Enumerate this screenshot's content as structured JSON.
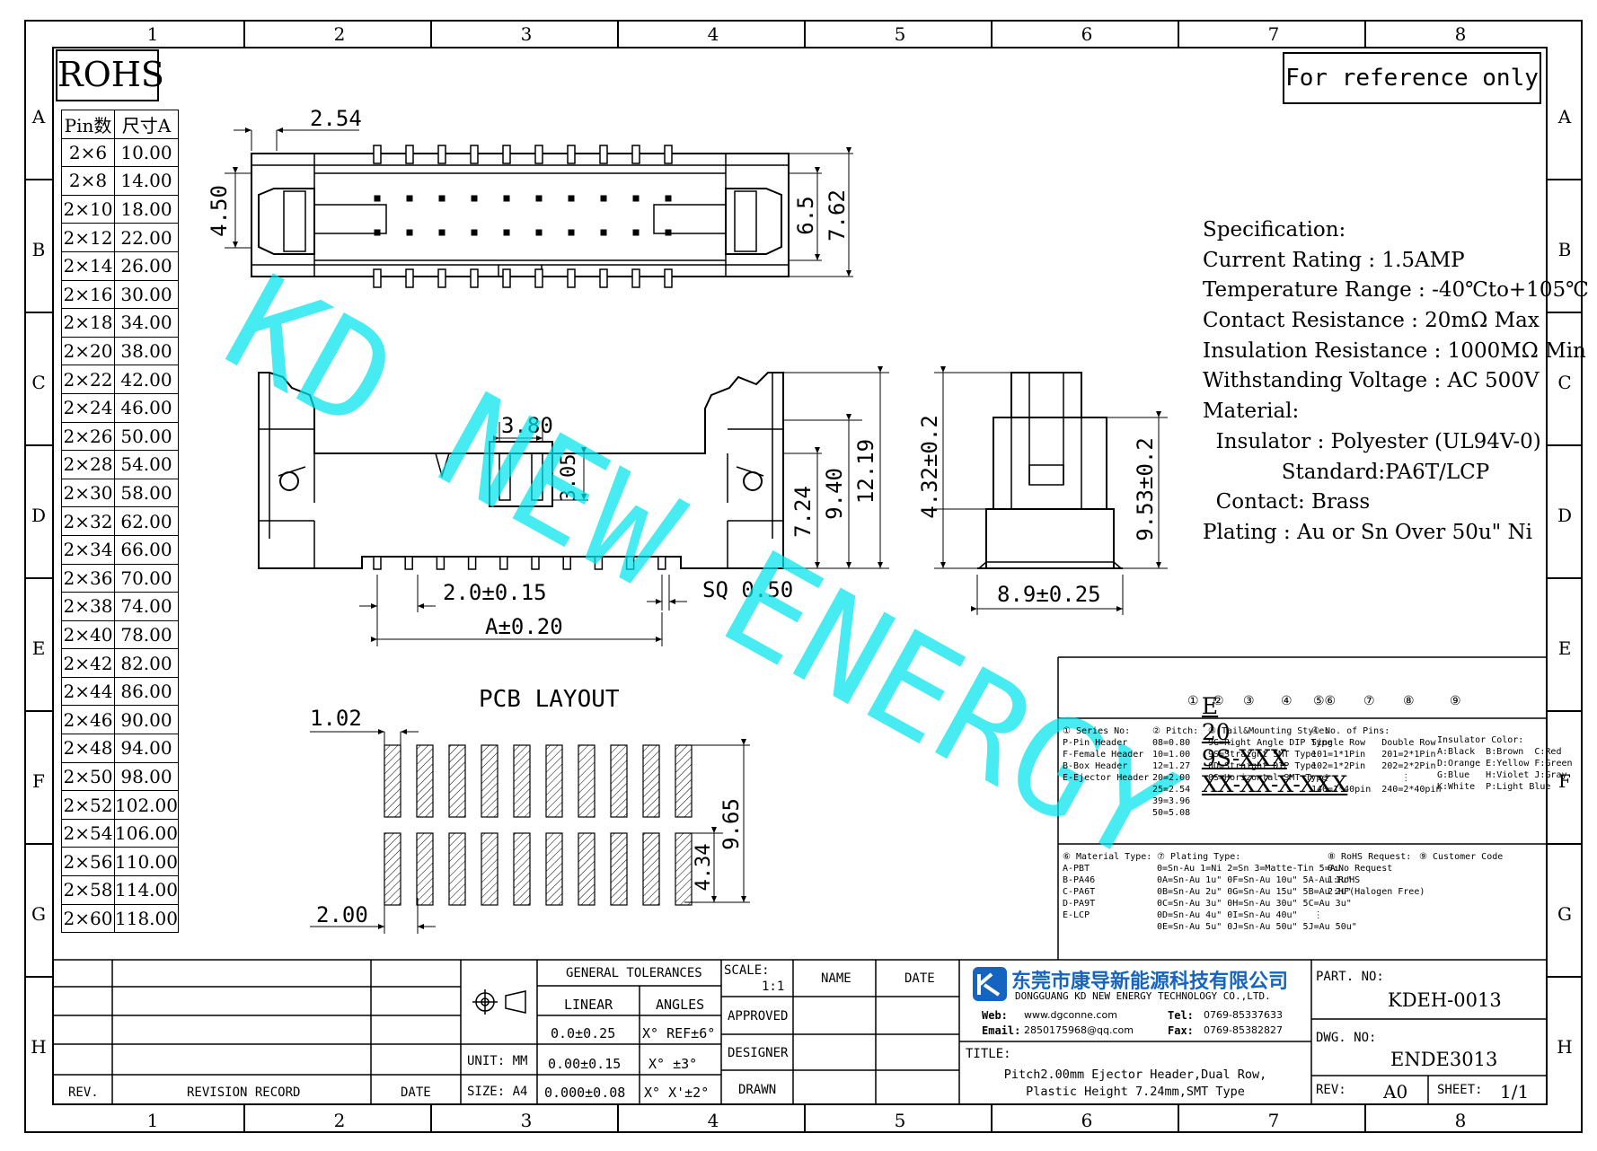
{
  "zones_top": [
    "1",
    "2",
    "3",
    "4",
    "5",
    "6",
    "7",
    "8"
  ],
  "zones_side": [
    "A",
    "B",
    "C",
    "D",
    "E",
    "F",
    "G",
    "H"
  ],
  "rohs": "ROHS",
  "reference": "For reference only",
  "pin_table": {
    "header": [
      "Pin数",
      "尺寸A"
    ],
    "rows": [
      [
        "2×6",
        "10.00"
      ],
      [
        "2×8",
        "14.00"
      ],
      [
        "2×10",
        "18.00"
      ],
      [
        "2×12",
        "22.00"
      ],
      [
        "2×14",
        "26.00"
      ],
      [
        "2×16",
        "30.00"
      ],
      [
        "2×18",
        "34.00"
      ],
      [
        "2×20",
        "38.00"
      ],
      [
        "2×22",
        "42.00"
      ],
      [
        "2×24",
        "46.00"
      ],
      [
        "2×26",
        "50.00"
      ],
      [
        "2×28",
        "54.00"
      ],
      [
        "2×30",
        "58.00"
      ],
      [
        "2×32",
        "62.00"
      ],
      [
        "2×34",
        "66.00"
      ],
      [
        "2×36",
        "70.00"
      ],
      [
        "2×38",
        "74.00"
      ],
      [
        "2×40",
        "78.00"
      ],
      [
        "2×42",
        "82.00"
      ],
      [
        "2×44",
        "86.00"
      ],
      [
        "2×46",
        "90.00"
      ],
      [
        "2×48",
        "94.00"
      ],
      [
        "2×50",
        "98.00"
      ],
      [
        "2×52",
        "102.00"
      ],
      [
        "2×54",
        "106.00"
      ],
      [
        "2×56",
        "110.00"
      ],
      [
        "2×58",
        "114.00"
      ],
      [
        "2×60",
        "118.00"
      ]
    ]
  },
  "dimensions": {
    "pitch_top": "2.54",
    "height_450": "4.50",
    "h65": "6.5",
    "h762": "7.62",
    "w380": "3.80",
    "h305": "3.05",
    "h724": "7.24",
    "h940": "9.40",
    "h1219": "12.19",
    "h432": "4.32±0.2",
    "h953": "9.53±0.2",
    "w89": "8.9±0.25",
    "pitch20": "2.0±0.15",
    "sq": "SQ 0.50",
    "a": "A±0.20",
    "pcb_title": "PCB LAYOUT",
    "pcb_w": "1.02",
    "pcb_pitch": "2.00",
    "pcb_h434": "4.34",
    "pcb_h965": "9.65"
  },
  "spec": [
    "Specification:",
    "Current Rating : 1.5AMP",
    "Temperature Range : -40℃to+105℃",
    "Contact Resistance : 20mΩ Max",
    "Insulation Resistance : 1000MΩ Min",
    "Withstanding Voltage : AC 500V",
    "Material:",
    "  Insulator : Polyester (UL94V-0)",
    "            Standard:PA6T/LCP",
    "  Contact: Brass",
    "Plating : Au or Sn Over 50u\" Ni"
  ],
  "watermark": "KD NEW ENERGY",
  "part_code": {
    "segments": [
      "E",
      "20",
      "9S-XXX",
      "X",
      "X-XX-X-XXX"
    ],
    "markers": [
      "①",
      "②",
      "③",
      "④",
      "⑤⑥",
      "⑦",
      "⑧",
      "⑨"
    ]
  },
  "code_notes": {
    "series": "① Series No:\nP-Pin Header\nF-Female Header\nB-Box Header\nE-Ejector Header",
    "pitch": "② Pitch:\n08=0.80\n10=1.00\n12=1.27\n20=2.00\n25=2.54\n39=3.96\n50=5.08",
    "tail": "③ Tail&Mounting Style:\n9G=Right Angle DIP Type\n9S=Straight SMT Type\n0D=Straight DIP Type\n0S=Horizontal SMT Type",
    "pins": "④ No. of Pins:\nSingle Row   Double Row\n101=1*1Pin   201=2*1Pin\n102=1*2Pin   202=2*2Pin\n  ⋮             ⋮\n140=1*40pin  240=2*40pin",
    "color": "Insulator Color:\nA:Black  B:Brown  C:Red\nD:Orange E:Yellow F:Green\nG:Blue   H:Violet J:Gray\nK:White  P:Light Blue",
    "material": "⑥ Material Type:\nA-PBT\nB-PA46\nC-PA6T\nD-PA9T\nE-LCP",
    "plating": "⑦ Plating Type:\n0=Sn-Au 1=Ni 2=Sn 3=Matte-Tin 5=Au\n0A=Sn-Au 1u\" 0F=Sn-Au 10u\" 5A-Au 1u\"\n0B=Sn-Au 2u\" 0G=Sn-Au 15u\" 5B=Au 2u\"\n0C=Sn-Au 3u\" 0H=Sn-Au 30u\" 5C=Au 3u\"\n0D=Sn-Au 4u\" 0I=Sn-Au 40u\"   ⋮\n0E=Sn-Au 5u\" 0J=Sn-Au 50u\" 5J=Au 50u\"",
    "rohs": "⑧ RoHS Request:\n0:No Request\n1:RoHS\n2:HF(Halogen Free)",
    "customer": "⑨ Customer Code"
  },
  "title_block": {
    "general_tolerances": "GENERAL TOLERANCES",
    "linear": "LINEAR",
    "angles": "ANGLES",
    "lin1": "0.0±0.25",
    "ang1": "X° REF±6°",
    "lin2": "0.00±0.15",
    "ang2": "X° ±3°",
    "lin3": "0.000±0.08",
    "ang3": "X° X'±2°",
    "unit": "UNIT: MM",
    "size": "SIZE: A4",
    "scale": "SCALE:",
    "scale_val": "1:1",
    "name": "NAME",
    "date": "DATE",
    "approved": "APPROVED",
    "designer": "DESIGNER",
    "drawn": "DRAWN",
    "rev": "REV.",
    "revision_record": "REVISION RECORD",
    "rev_date": "DATE",
    "company_cn": "东莞市康导新能源科技有限公司",
    "company_en": "DONGGUANG KD NEW ENERGY TECHNOLOGY CO.,LTD.",
    "web_label": "Web:",
    "web": "www.dgconne.com",
    "tel_label": "Tel:",
    "tel": "0769-85337633",
    "email_label": "Email:",
    "email": "2850175968@qq.com",
    "fax_label": "Fax:",
    "fax": "0769-85382827",
    "title_label": "TITLE:",
    "title1": "Pitch2.00mm Ejector Header,Dual Row,",
    "title2": "Plastic Height 7.24mm,SMT Type",
    "part_no_label": "PART. NO:",
    "part_no": "KDEH-0013",
    "dwg_no_label": "DWG. NO:",
    "dwg_no": "ENDE3013",
    "rev_label": "REV:",
    "rev_val": "A0",
    "sheet_label": "SHEET:",
    "sheet_val": "1/1"
  }
}
